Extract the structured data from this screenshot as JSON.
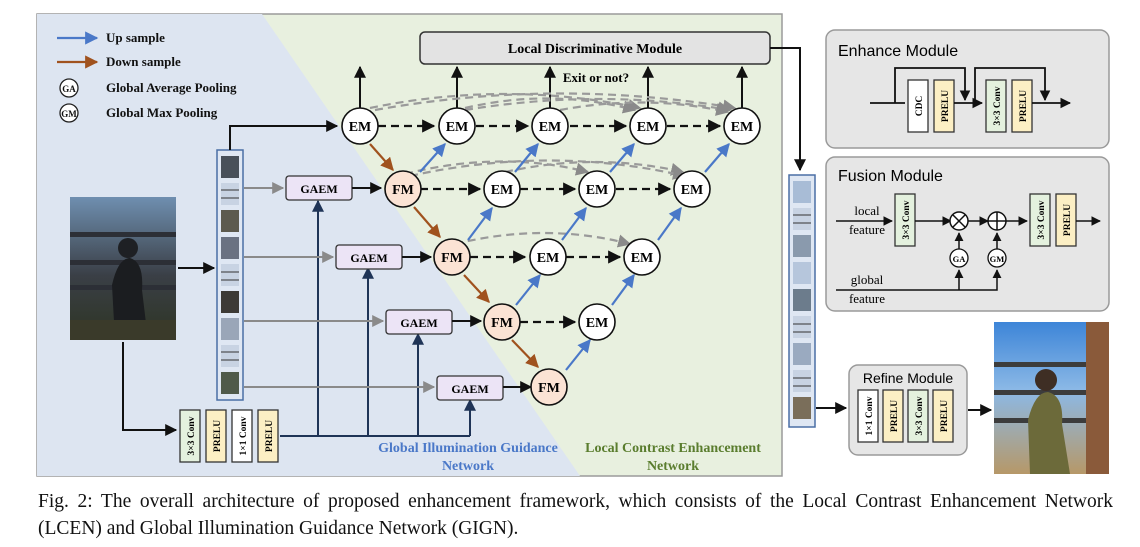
{
  "legend": {
    "up_sample": "Up sample",
    "down_sample": "Down sample",
    "gap_symbol": "GA",
    "gap_label": "Global Average Pooling",
    "gmp_symbol": "GM",
    "gmp_label": "Global Max Pooling"
  },
  "colors": {
    "up_arrow": "#4a78c8",
    "down_arrow": "#a0521e",
    "gign_bg": "#dde5f1",
    "lcen_bg": "#e8f0df",
    "em_fill": "#ffffff",
    "fm_fill": "#fbe3d4",
    "gaem_fill": "#ece4f6",
    "conv_fill": "#e4f1de",
    "prelu_fill": "#fcefc4",
    "panel_fill": "#e6e6e6",
    "gign_text": "#4a78c8",
    "lcen_text": "#5a7d2e"
  },
  "ldm": {
    "label": "Local Discriminative Module",
    "exit_label": "Exit or not?"
  },
  "nodes": {
    "em": "EM",
    "fm": "FM",
    "gaem": "GAEM"
  },
  "stem": {
    "conv3": "3×3 Conv",
    "prelu": "PRELU",
    "conv1": "1×1 Conv"
  },
  "gign_label": [
    "Global Illumination Guidance",
    "Network"
  ],
  "lcen_label": [
    "Local Contrast Enhancement",
    "Network"
  ],
  "enhance_module": {
    "title": "Enhance Module",
    "cdc": "CDC",
    "prelu": "PRELU",
    "conv": "3×3 Conv"
  },
  "fusion_module": {
    "title": "Fusion Module",
    "local_label": [
      "local",
      "feature"
    ],
    "global_label": [
      "global",
      "feature"
    ],
    "conv": "3×3 Conv",
    "prelu": "PRELU",
    "multiply": "⊗",
    "add": "⊕",
    "ga": "GA",
    "gm": "GM"
  },
  "refine_module": {
    "title": "Refine Module",
    "conv1": "1×1 Conv",
    "prelu": "PRELU",
    "conv3": "3×3 Conv"
  },
  "caption": {
    "prefix": "Fig. 2:",
    "text": "The overall architecture of proposed enhancement framework, which consists of the Local Contrast Enhancement Network (LCEN) and Global Illumination Guidance Network (GIGN)."
  }
}
